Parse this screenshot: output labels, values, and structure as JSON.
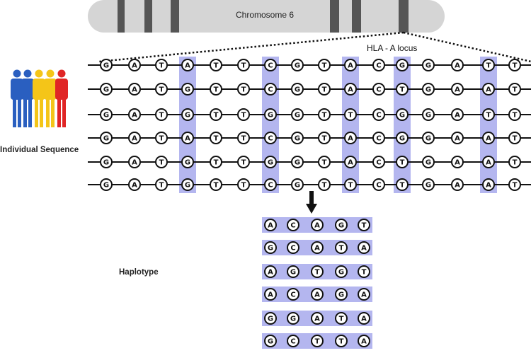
{
  "diagram": {
    "chromosome_label": "Chromosome 6",
    "locus_label": "HLA - A locus",
    "individual_label": "Individual Sequence",
    "haplotype_label": "Haplotype",
    "colors": {
      "chromosome_fill": "#d5d5d5",
      "chromosome_band": "#555555",
      "highlight": "#b4b6ef",
      "line": "#111111",
      "people": [
        "#2a5fc0",
        "#2a5fc0",
        "#f4c518",
        "#f4c518",
        "#e02525"
      ]
    },
    "individual_sequences": [
      [
        "G",
        "A",
        "T",
        "A",
        "T",
        "T",
        "C",
        "G",
        "T",
        "A",
        "C",
        "G",
        "G",
        "A",
        "T",
        "T"
      ],
      [
        "G",
        "A",
        "T",
        "G",
        "T",
        "T",
        "C",
        "G",
        "T",
        "A",
        "C",
        "T",
        "G",
        "A",
        "A",
        "T"
      ],
      [
        "G",
        "A",
        "T",
        "G",
        "T",
        "T",
        "G",
        "G",
        "T",
        "T",
        "C",
        "G",
        "G",
        "A",
        "T",
        "T"
      ],
      [
        "G",
        "A",
        "T",
        "A",
        "T",
        "T",
        "C",
        "G",
        "T",
        "A",
        "C",
        "G",
        "G",
        "A",
        "A",
        "T"
      ],
      [
        "G",
        "A",
        "T",
        "G",
        "T",
        "T",
        "G",
        "G",
        "T",
        "A",
        "C",
        "T",
        "G",
        "A",
        "A",
        "T"
      ],
      [
        "G",
        "A",
        "T",
        "G",
        "T",
        "T",
        "C",
        "G",
        "T",
        "T",
        "C",
        "T",
        "G",
        "A",
        "A",
        "T"
      ]
    ],
    "highlight_columns": [
      3,
      6,
      9,
      11,
      14
    ],
    "haplotypes": [
      [
        "A",
        "C",
        "A",
        "G",
        "T"
      ],
      [
        "G",
        "C",
        "A",
        "T",
        "A"
      ],
      [
        "A",
        "G",
        "T",
        "G",
        "T"
      ],
      [
        "A",
        "C",
        "A",
        "G",
        "A"
      ],
      [
        "G",
        "G",
        "A",
        "T",
        "A"
      ],
      [
        "G",
        "C",
        "T",
        "T",
        "A"
      ]
    ]
  }
}
